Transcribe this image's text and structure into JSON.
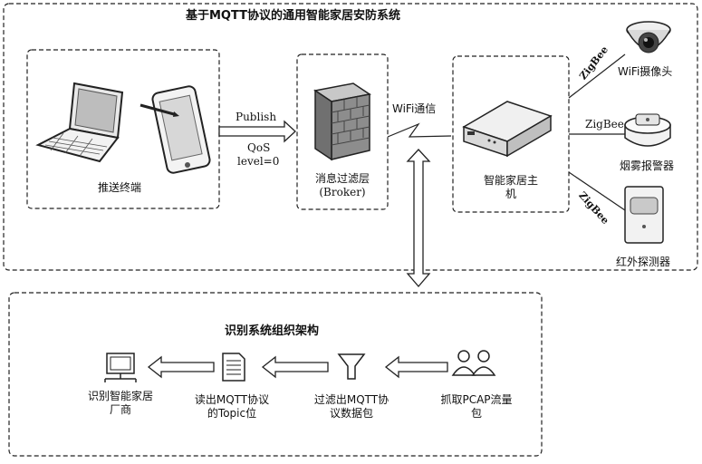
{
  "top_title": "基于MQTT协议的通用智能家居安防系统",
  "bottom_title": "识别系统组织架构",
  "nodes": {
    "push_terminal": "推送终端",
    "broker_line1": "消息过滤层",
    "broker_line2": "(Broker)",
    "home_host_line1": "智能家居主",
    "home_host_line2": "机",
    "wifi_camera": "WiFi摄像头",
    "smoke_alarm": "烟雾报警器",
    "pir_detector": "红外探测器"
  },
  "edges": {
    "publish": "Publish",
    "qos": "QoS",
    "level": "level=0",
    "wifi": "WiFi通信",
    "zigbee_1": "ZigBee",
    "zigbee_2": "ZigBee",
    "zigbee_3": "ZigBee"
  },
  "pipeline": {
    "vendor_line1": "识别智能家居",
    "vendor_line2": "厂商",
    "topic_line1": "读出MQTT协议",
    "topic_line2": "的Topic位",
    "filter_line1": "过滤出MQTT协",
    "filter_line2": "议数据包",
    "capture_line1": "抓取PCAP流量",
    "capture_line2": "包"
  }
}
